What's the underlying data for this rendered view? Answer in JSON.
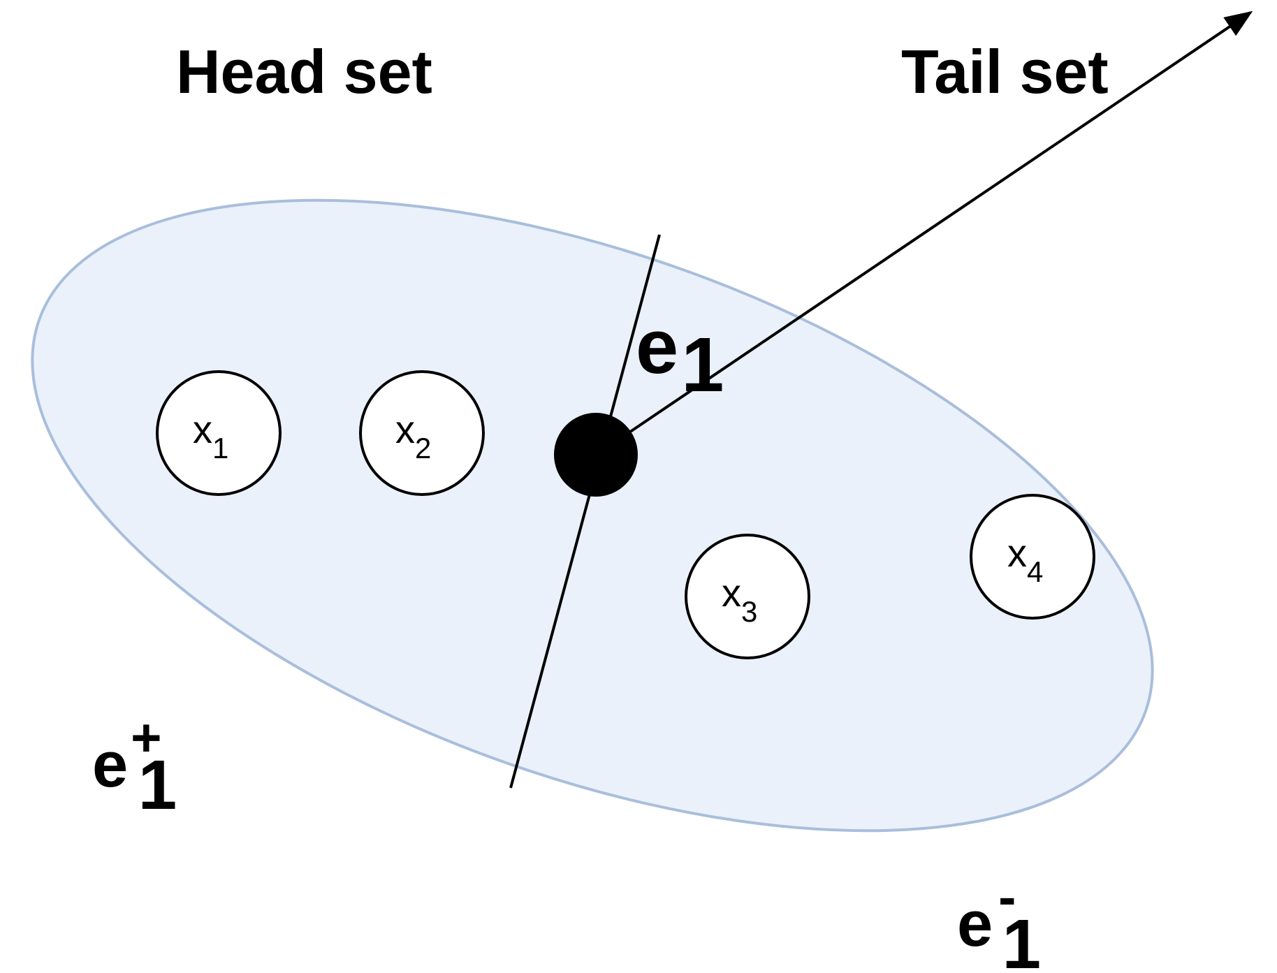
{
  "diagram": {
    "head_set_label": "Head set",
    "tail_set_label": "Tail set",
    "edge": {
      "base": "e",
      "sub": "1"
    },
    "head_part": {
      "base": "e",
      "sup": "+",
      "sub": "1"
    },
    "tail_part": {
      "base": "e",
      "sup": "-",
      "sub": "1"
    },
    "nodes": [
      {
        "base": "x",
        "sub": "1"
      },
      {
        "base": "x",
        "sub": "2"
      },
      {
        "base": "x",
        "sub": "3"
      },
      {
        "base": "x",
        "sub": "4"
      }
    ],
    "colors": {
      "hyperedge_fill": "#eaf1fb",
      "hyperedge_stroke": "#a9bedb",
      "stroke": "#000000",
      "node_fill": "#ffffff"
    }
  }
}
